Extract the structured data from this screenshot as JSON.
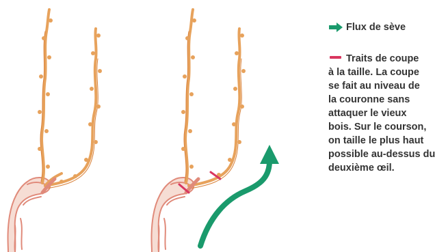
{
  "colors": {
    "sap_flow": "#1a9a6c",
    "cut_mark": "#d9365f",
    "cane": "#e7a25c",
    "cane_outline": "#d9823b",
    "old_wood": "#e08a7a",
    "text": "#333333"
  },
  "legend": {
    "sap_flow_icon": "green-arrow-icon",
    "sap_flow_label": "Flux de sève",
    "cut_icon": "red-dash-icon",
    "cut_text_lines": [
      "Traits de coupe",
      "à la taille. La coupe",
      "se fait au niveau de",
      "la couronne sans",
      "attaquer le vieux",
      "bois. Sur le courson,",
      "on taille le plus haut",
      "possible au-dessus du",
      "deuxième œil."
    ]
  }
}
